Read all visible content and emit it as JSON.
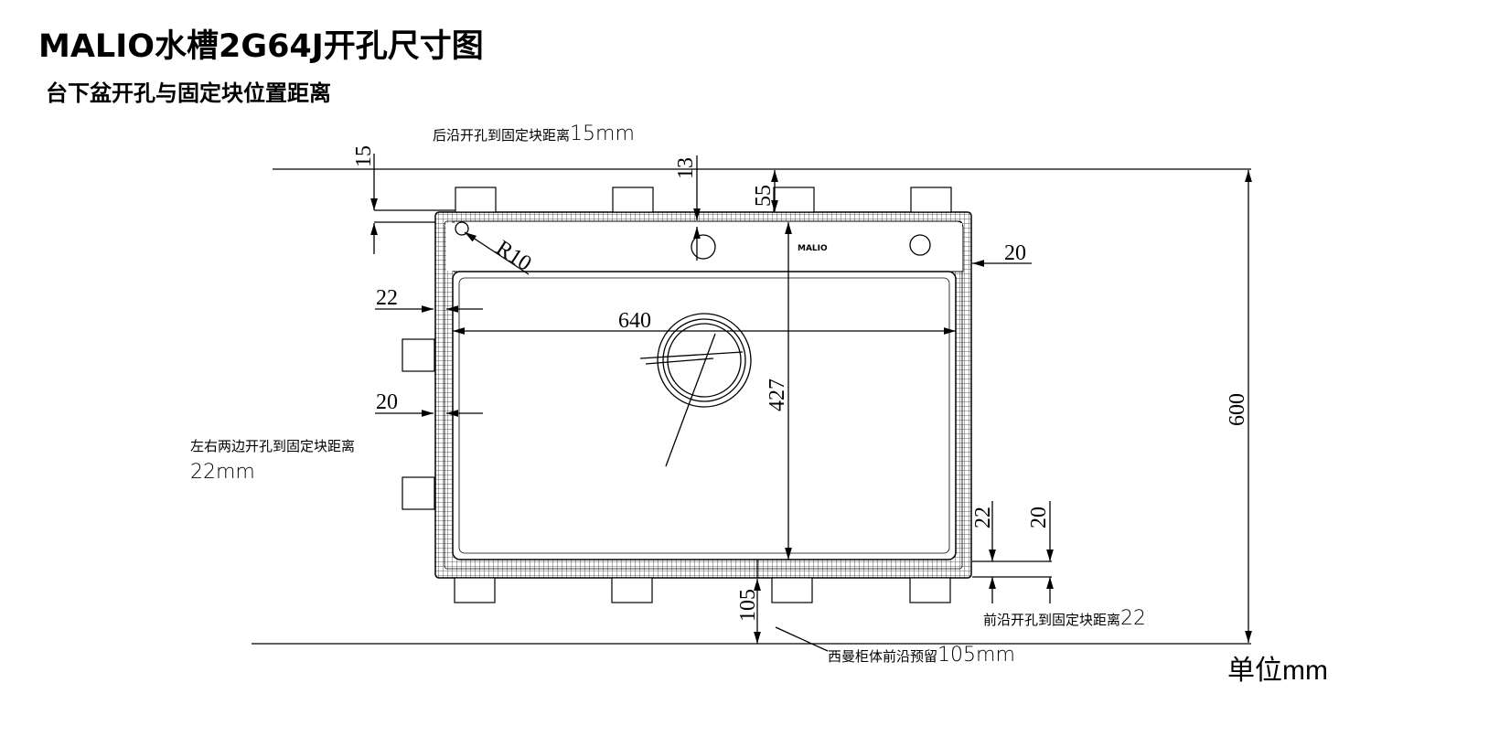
{
  "title": "MALIO水槽2G64J开孔尺寸图",
  "subtitle": "台下盆开孔与固定块位置距离",
  "unit": "单位mm",
  "brand_mark": "MALIO",
  "notes": {
    "rear": "后沿开孔到固定块距离",
    "rear_value": "15mm",
    "sides": "左右两边开孔到固定块距离",
    "sides_value": "22mm",
    "front": "前沿开孔到固定块距离",
    "front_value": "22",
    "cabinet": "西曼柜体前沿预留",
    "cabinet_value": "105mm"
  },
  "dimensions": {
    "rear_gap": "15",
    "tap_hole_offset": "13",
    "rear_to_bowl": "55",
    "corner_radius": "R10",
    "right_gap": "20",
    "left_block_gap": "22",
    "width": "640",
    "depth": "427",
    "left_gap": "20",
    "front_block_gap": "22",
    "front_gap": "20",
    "cabinet_front": "105",
    "overall_depth": "600"
  }
}
